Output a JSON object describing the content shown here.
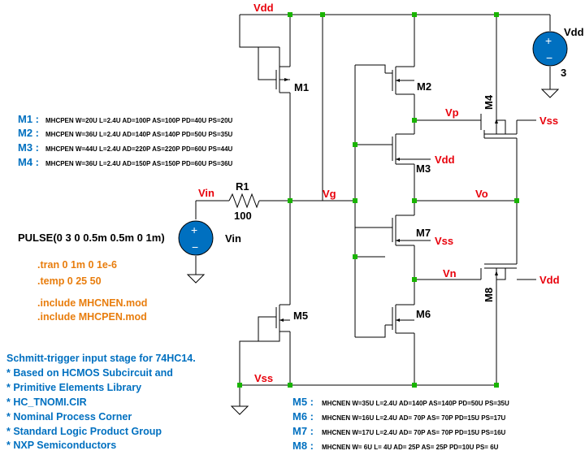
{
  "nets": {
    "vdd_top": "Vdd",
    "vdd_src": "Vdd",
    "vdd_src_value": "3",
    "vp": "Vp",
    "vss_m4": "Vss",
    "vdd_m3": "Vdd",
    "vin": "Vin",
    "vg": "Vg",
    "vo": "Vo",
    "vss_m7": "Vss",
    "vn": "Vn",
    "vdd_m8": "Vdd",
    "vss_bottom": "Vss"
  },
  "components": {
    "m1": "M1",
    "m2": "M2",
    "m3": "M3",
    "m4": "M4",
    "m5": "M5",
    "m6": "M6",
    "m7": "M7",
    "m8": "M8",
    "r1": "R1",
    "r1_value": "100",
    "vin_source": "Vin",
    "pulse": "PULSE(0 3 0 0.5m 0.5m 0 1m)"
  },
  "pmos_models": [
    {
      "name": "M1 :",
      "params": "MHCPEN W=20U L=2.4U AD=100P AS=100P PD=40U PS=20U"
    },
    {
      "name": "M2 :",
      "params": "MHCPEN W=36U L=2.4U AD=140P AS=140P PD=50U PS=35U"
    },
    {
      "name": "M3 :",
      "params": "MHCPEN W=44U L=2.4U AD=220P AS=220P PD=60U PS=44U"
    },
    {
      "name": "M4 :",
      "params": "MHCPEN W=36U L=2.4U AD=150P AS=150P PD=60U PS=36U"
    }
  ],
  "nmos_models": [
    {
      "name": "M5 :",
      "params": "MHCNEN W=35U L=2.4U AD=140P AS=140P PD=50U PS=35U"
    },
    {
      "name": "M6 :",
      "params": "MHCNEN W=16U L=2.4U AD= 70P AS= 70P PD=15U PS=17U"
    },
    {
      "name": "M7 :",
      "params": "MHCNEN W=17U L=2.4U AD= 70P AS= 70P PD=15U PS=16U"
    },
    {
      "name": "M8 :",
      "params": "MHCNEN W= 6U L=  4U AD= 25P AS= 25P PD=10U PS= 6U"
    }
  ],
  "directives": [
    ".tran 0 1m 0 1e-6",
    ".temp 0 25 50"
  ],
  "includes": [
    ".include MHCNEN.mod",
    ".include MHCPEN.mod"
  ],
  "description_title": "Schmitt-trigger input stage for 74HC14.",
  "description_lines": [
    "* Based on HCMOS Subcircuit and",
    "* Primitive Elements Library",
    "* HC_TNOMI.CIR",
    "* Nominal Process Corner",
    "* Standard Logic Product Group",
    "* NXP Semiconductors"
  ],
  "colors": {
    "net_label": "#e8000b",
    "model_label": "#0070c0",
    "directive": "#e87d0d",
    "node_dot": "#19b400",
    "source_fill": "#0070c0"
  }
}
